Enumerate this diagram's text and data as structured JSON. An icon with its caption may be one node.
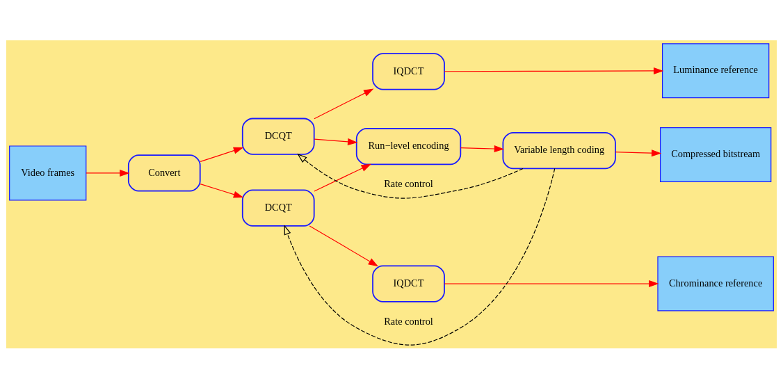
{
  "diagram": {
    "nodes": [
      {
        "text": [
          "Video frames"
        ]
      },
      {
        "text": [
          "Convert"
        ]
      },
      {
        "text": [
          "DCQT"
        ]
      },
      {
        "text": [
          "DCQT"
        ]
      },
      {
        "text": [
          "IQDCT"
        ]
      },
      {
        "text": [
          "Run−level encoding"
        ]
      },
      {
        "text": [
          "IQDCT"
        ]
      },
      {
        "text": [
          "Variable length coding"
        ]
      },
      {
        "text": [
          "Luminance reference"
        ]
      },
      {
        "text": [
          "Compressed bitstream"
        ]
      },
      {
        "text": [
          "Chrominance reference"
        ]
      }
    ],
    "edges": [
      {
        "from": 0,
        "to": 1,
        "arrow": "to"
      },
      {
        "from": 1,
        "to": 2,
        "arrow": "to"
      },
      {
        "from": 1,
        "to": 3,
        "arrow": "to"
      },
      {
        "from": 2,
        "to": 4,
        "arrow": "to"
      },
      {
        "from": 2,
        "to": 5,
        "arrow": "to"
      },
      {
        "from": 3,
        "to": 5,
        "arrow": "to"
      },
      {
        "from": 3,
        "to": 6,
        "arrow": "to"
      },
      {
        "from": 4,
        "to": 8,
        "arrow": "to"
      },
      {
        "from": 5,
        "to": 7,
        "arrow": "to"
      },
      {
        "from": 7,
        "to": 9,
        "arrow": "to"
      },
      {
        "from": 6,
        "to": 10,
        "arrow": "to"
      },
      {
        "from": 7,
        "to": 2,
        "arrow": "to",
        "label": "Rate control",
        "style": "dashed",
        "color": "#000000"
      },
      {
        "from": 7,
        "to": 3,
        "arrow": "to",
        "label": "Rate control",
        "style": "dashed",
        "color": "#000000"
      }
    ]
  }
}
